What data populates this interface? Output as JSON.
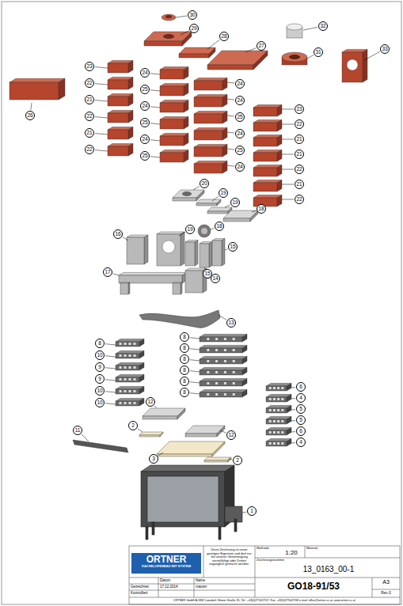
{
  "diagram": {
    "nodes": [
      {
        "text": [
          "ORTNER",
          "KACHELOFENBAU MIT SYSTEM"
        ]
      }
    ],
    "labels": [
      "30",
      "29",
      "28",
      "27",
      "32",
      "31",
      "33",
      "26",
      "23",
      "22",
      "21",
      "22",
      "21",
      "22",
      "24",
      "25",
      "24",
      "25",
      "24",
      "25",
      "24",
      "24",
      "25",
      "24",
      "25",
      "24",
      "23",
      "22",
      "21",
      "21",
      "22",
      "21",
      "22",
      "20",
      "19",
      "19",
      "18",
      "16",
      "19",
      "18",
      "15",
      "15",
      "17",
      "14",
      "13",
      "8",
      "10",
      "9",
      "9",
      "10",
      "10",
      "8",
      "8",
      "8",
      "8",
      "8",
      "8",
      "6",
      "4",
      "5",
      "5",
      "6",
      "4",
      "12",
      "12",
      "2",
      "3",
      "2",
      "11",
      "1",
      "Diese Zeichnung ist unser geistiges Eigentum und darf nur mit unserer Genehmigung vervielfältigt oder Dritten zugänglich gemacht werden.",
      "Maßstab",
      "1:20",
      "Material",
      "Zeichnungsnummer",
      "13_0163_00-1",
      "GO18-91/53",
      "A3",
      "Rev.:0",
      "Datum",
      "Name",
      "Gezeichnet",
      "17.12.2014",
      "maurer",
      "Kontrolliert",
      "ORTNER GmbH A-3382 Loosdorf, Hümer Straße 35, Tel.: +43(0)2754/2707, Fax: +43(0)2754/2708 e-mail: office@ortner-cc.at, www.ortner-cc.at"
    ]
  }
}
